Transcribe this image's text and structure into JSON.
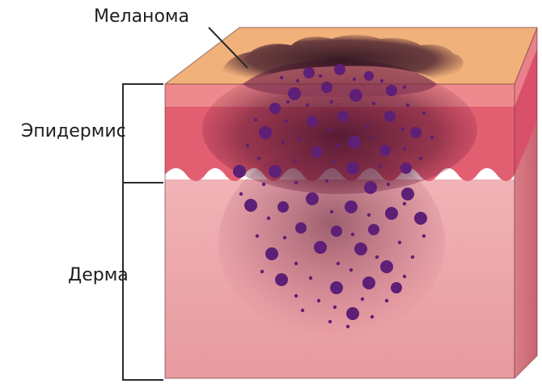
{
  "labels": {
    "melanoma": "Меланома",
    "epidermis": "Эпидермис",
    "dermis": "Дерма"
  },
  "colors": {
    "skin_surface": "#f0b27c",
    "skin_surface_side": "#e59a5f",
    "epidermis": "#e5606f",
    "epidermis_dark": "#d24e60",
    "dermis": "#eca5a9",
    "dermis_side": "#e38e95",
    "melanoma": "#3d1a2c",
    "melanoma_cells": "#5c1f74",
    "outline": "#222222"
  }
}
